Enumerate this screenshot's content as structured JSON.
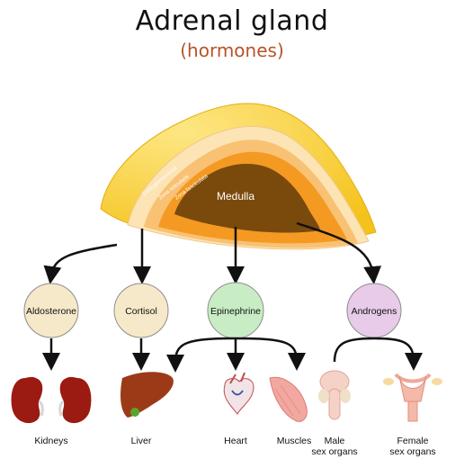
{
  "header": {
    "title": "Adrenal gland",
    "subtitle": "(hormones)"
  },
  "gland": {
    "layers": [
      "Zona glomerulosa",
      "Zona reticularis",
      "Zona fasciculata"
    ],
    "medulla": "Medulla"
  },
  "hormones": [
    {
      "label": "Aldosterone",
      "color": "#f6e9c9"
    },
    {
      "label": "Cortisol",
      "color": "#f6e9c9"
    },
    {
      "label": "Epinephrine",
      "color": "#c8edc4"
    },
    {
      "label": "Androgens",
      "color": "#e7cbe9"
    }
  ],
  "targets": [
    {
      "label": "Kidneys"
    },
    {
      "label": "Liver"
    },
    {
      "label": "Heart"
    },
    {
      "label": "Muscles"
    },
    {
      "label": "Male sex organs",
      "lines": [
        "Male",
        "sex organs"
      ]
    },
    {
      "label": "Female sex organs",
      "lines": [
        "Female",
        "sex organs"
      ]
    }
  ],
  "colors": {
    "capsule": "#f9cf2a",
    "capsule_light": "#fde784",
    "cortex_outer": "#fde4b4",
    "cortex_mid": "#f9c174",
    "cortex_inner": "#f49a22",
    "medulla": "#7a4a0c",
    "arrow": "#111111"
  }
}
